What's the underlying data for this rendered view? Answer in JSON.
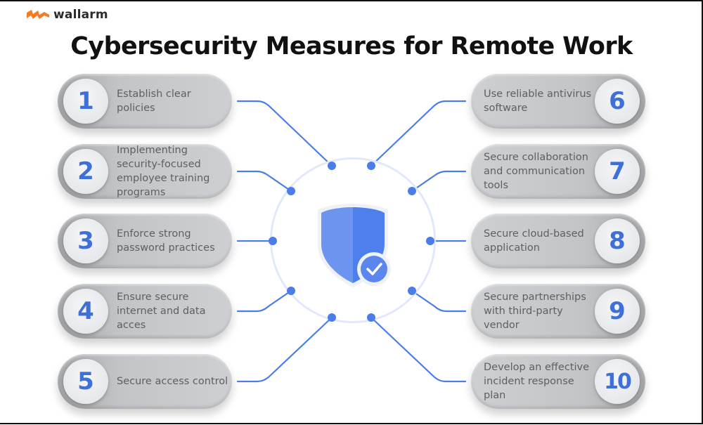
{
  "brand": {
    "name": "wallarm",
    "color": "#f47b20"
  },
  "title": "Cybersecurity Measures for Remote Work",
  "colors": {
    "accent": "#4a7de8",
    "number": "#3f6fd8",
    "text": "#5d5f63"
  },
  "hub": {
    "icon": "shield-check-icon"
  },
  "measures_left": [
    {
      "number": "1",
      "text": "Establish clear policies"
    },
    {
      "number": "2",
      "text": "Implementing security-focused employee training programs"
    },
    {
      "number": "3",
      "text": "Enforce strong password practices"
    },
    {
      "number": "4",
      "text": "Ensure secure internet and data acces"
    },
    {
      "number": "5",
      "text": "Secure access control"
    }
  ],
  "measures_right": [
    {
      "number": "6",
      "text": "Use reliable antivirus software"
    },
    {
      "number": "7",
      "text": "Secure collaboration and communication tools"
    },
    {
      "number": "8",
      "text": "Secure cloud-based application"
    },
    {
      "number": "9",
      "text": "Secure partnerships with third-party vendor"
    },
    {
      "number": "10",
      "text": "Develop an effective incident response plan"
    }
  ]
}
